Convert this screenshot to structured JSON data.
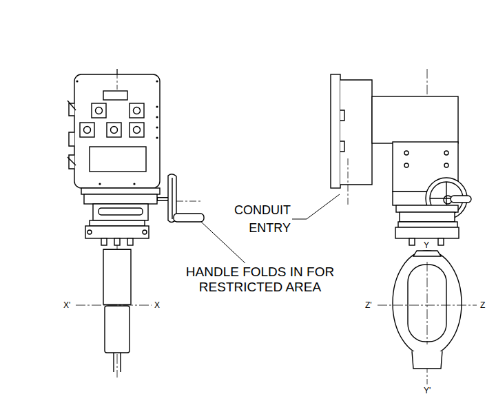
{
  "diagram": {
    "labels": [
      "CONDUIT ENTRY",
      "HANDLE FOLDS IN FOR RESTRICTED AREA",
      "X'",
      "X",
      "Z'",
      "Z",
      "Y",
      "Y'"
    ]
  }
}
